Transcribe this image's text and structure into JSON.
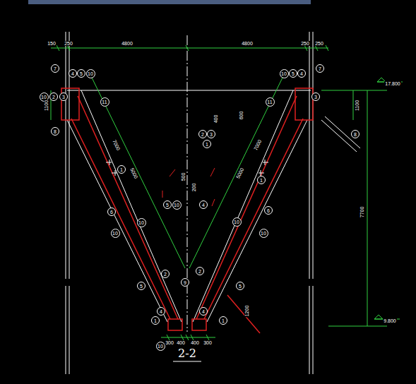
{
  "diagram": {
    "title": "2-2",
    "nodes": [
      {
        "text": [
          "7"
        ]
      },
      {
        "text": [
          "10"
        ]
      },
      {
        "text": [
          "2"
        ]
      },
      {
        "text": [
          "3"
        ]
      },
      {
        "text": [
          "8"
        ]
      },
      {
        "text": [
          "4"
        ]
      },
      {
        "text": [
          "5"
        ]
      },
      {
        "text": [
          "10"
        ]
      },
      {
        "text": [
          "11"
        ]
      },
      {
        "text": [
          "10"
        ]
      },
      {
        "text": [
          "5"
        ]
      },
      {
        "text": [
          "4"
        ]
      },
      {
        "text": [
          "11"
        ]
      },
      {
        "text": [
          "7"
        ]
      },
      {
        "text": [
          "3"
        ]
      },
      {
        "text": [
          "8"
        ]
      },
      {
        "text": [
          "2"
        ]
      },
      {
        "text": [
          "3"
        ]
      },
      {
        "text": [
          "1"
        ]
      },
      {
        "text": [
          "5"
        ]
      },
      {
        "text": [
          "10"
        ]
      },
      {
        "text": [
          "4"
        ]
      },
      {
        "text": [
          "1"
        ]
      },
      {
        "text": [
          "6"
        ]
      },
      {
        "text": [
          "10"
        ]
      },
      {
        "text": [
          "10"
        ]
      },
      {
        "text": [
          "1"
        ]
      },
      {
        "text": [
          "6"
        ]
      },
      {
        "text": [
          "10"
        ]
      },
      {
        "text": [
          "10"
        ]
      },
      {
        "text": [
          "2"
        ]
      },
      {
        "text": [
          "2"
        ]
      },
      {
        "text": [
          "5"
        ]
      },
      {
        "text": [
          "5"
        ]
      },
      {
        "text": [
          "9"
        ]
      },
      {
        "text": [
          "4"
        ]
      },
      {
        "text": [
          "4"
        ]
      },
      {
        "text": [
          "1"
        ]
      },
      {
        "text": [
          "1"
        ]
      },
      {
        "text": [
          "10"
        ]
      }
    ],
    "labels": [
      "150",
      "250",
      "4800",
      "4800",
      "250",
      "250",
      "17.800",
      "1100",
      "1100",
      "7700",
      "9.800",
      "300",
      "400",
      "400",
      "300",
      "7000",
      "5000",
      "7000",
      "5000",
      "600",
      "400",
      "500",
      "200",
      "1200"
    ]
  }
}
